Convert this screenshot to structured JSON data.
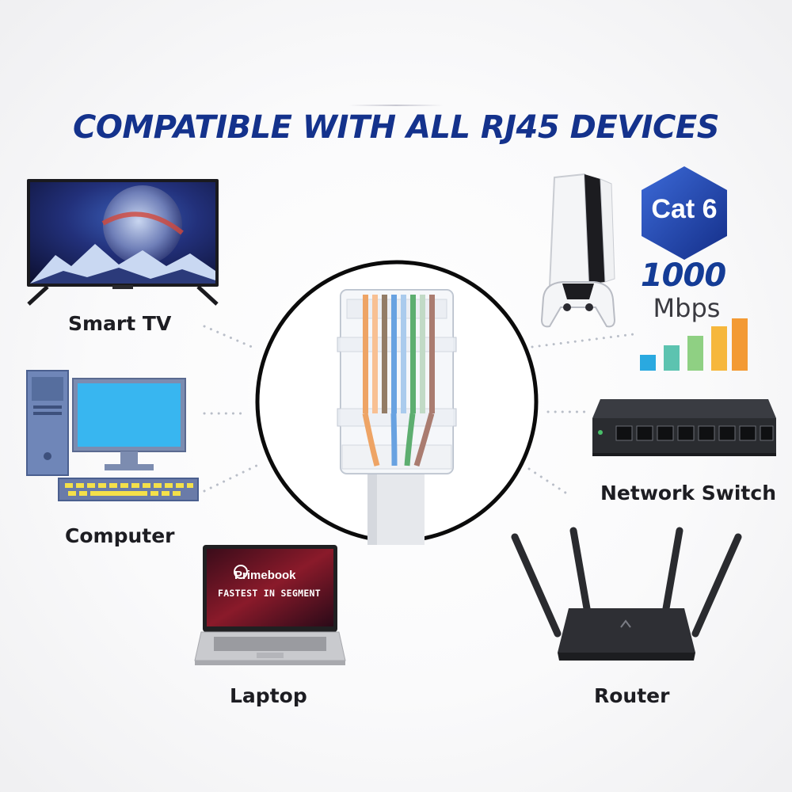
{
  "title": "COMPATIBLE WITH ALL RJ45 DEVICES",
  "devices": {
    "smart_tv": "Smart TV",
    "computer": "Computer",
    "laptop": "Laptop",
    "network_switch": "Network Switch",
    "router": "Router"
  },
  "badge": {
    "category": "Cat 6",
    "speed_value": "1000",
    "speed_unit": "Mbps"
  },
  "laptop_screen": {
    "brand": "Primebook",
    "tagline": "FASTEST IN SEGMENT"
  },
  "colors": {
    "title": "#14328c",
    "badge_blue": "#1e46b4",
    "bars": [
      "#2aa9e0",
      "#5cc3b0",
      "#8fd083",
      "#f6b73c",
      "#f39a34"
    ]
  },
  "icons": [
    "rj45-connector-icon",
    "tv-icon",
    "desktop-computer-icon",
    "laptop-icon",
    "game-console-icon",
    "network-switch-icon",
    "router-icon",
    "signal-bars-icon"
  ]
}
